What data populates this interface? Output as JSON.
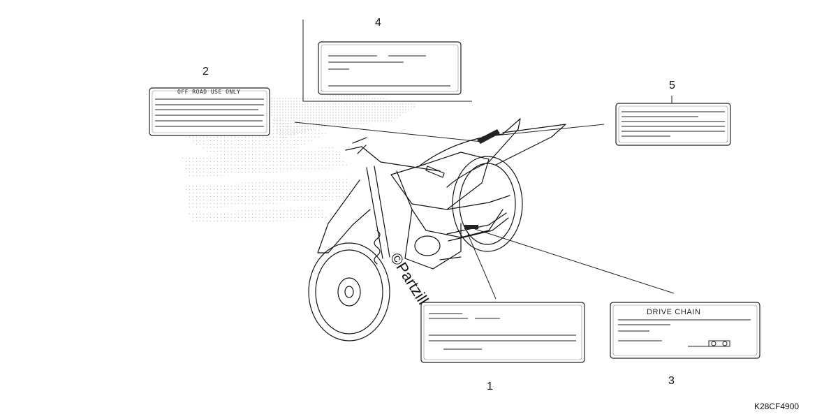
{
  "diagram": {
    "callouts": [
      "1",
      "2",
      "3",
      "4",
      "5"
    ],
    "label_texts": {
      "off_road": "OFF ROAD USE ONLY",
      "drive_chain": "DRIVE CHAIN"
    },
    "watermark": "©Partzilla.com",
    "part_code": "K28CF4900"
  }
}
